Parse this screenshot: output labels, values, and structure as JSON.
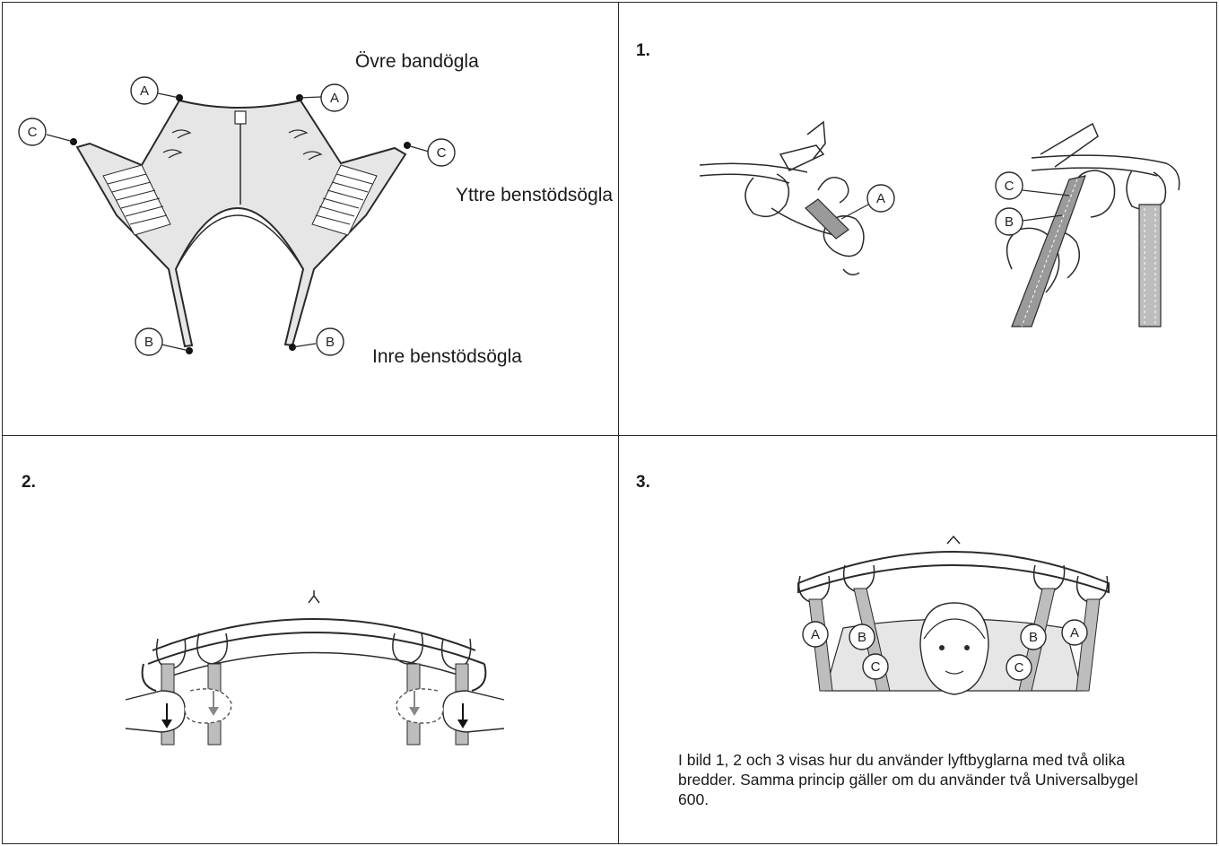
{
  "panel_overview": {
    "label_top_loop": "Övre bandögla",
    "label_outer_leg_loop": "Yttre benstödsögla",
    "label_inner_leg_loop": "Inre benstödsögla",
    "marker_a": "A",
    "marker_b": "B",
    "marker_c": "C"
  },
  "panel_1": {
    "step": "1.",
    "marker_a": "A",
    "marker_b": "B",
    "marker_c": "C"
  },
  "panel_2": {
    "step": "2."
  },
  "panel_3": {
    "step": "3.",
    "marker_a": "A",
    "marker_b": "B",
    "marker_c": "C",
    "description": "I bild 1, 2 och 3 visas hur du använder lyftbyglarna med två olika bredder. Samma princip gäller om du använder två Universalbygel 600."
  },
  "colors": {
    "line": "#2a2a2a",
    "sling_fill": "#e6e6e6",
    "strap": "#bdbdbd",
    "dot": "#111111"
  }
}
